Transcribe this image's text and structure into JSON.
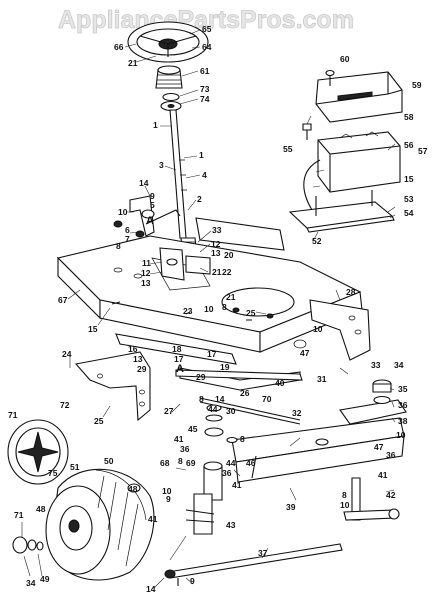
{
  "watermark": "AppliancePartsPros.com",
  "callouts": {
    "c65": "65",
    "c66": "66",
    "c64": "64",
    "c21a": "21",
    "c61": "61",
    "c73": "73",
    "c74": "74",
    "c1a": "1",
    "c1b": "1",
    "c3": "3",
    "c4": "4",
    "c14a": "14",
    "c9": "9",
    "c5": "5",
    "c10a": "10",
    "cA1": "A",
    "c6": "6",
    "c7": "7",
    "c8a": "8",
    "c2": "2",
    "c33": "33",
    "c12a": "12",
    "c13a": "13",
    "c20": "20",
    "c11": "11",
    "c12b": "12",
    "c13b": "13",
    "c21b": "21",
    "c22": "22",
    "c67": "67",
    "c15a": "15",
    "c21c": "21",
    "c23": "23",
    "c10b": "10",
    "c8b": "8",
    "c25a": "25",
    "c28": "28",
    "c16": "16",
    "c18": "18",
    "c13c": "13",
    "c17a": "17",
    "c17b": "17",
    "c29a": "29",
    "cA2": "A",
    "c29b": "29",
    "c19": "19",
    "c10c": "10",
    "c47a": "47",
    "c31": "31",
    "c40": "40",
    "c24": "24",
    "c25b": "25",
    "c27": "27",
    "c26": "26",
    "c8c": "8",
    "c14b": "14",
    "c30": "30",
    "c70": "70",
    "c32": "32",
    "c34": "34",
    "c33b": "33",
    "c35": "35",
    "c36a": "36",
    "c38": "38",
    "c45": "45",
    "c44a": "44",
    "c41a": "41",
    "c36b": "36",
    "c8d": "8",
    "c10d": "10",
    "c47b": "47",
    "c36c": "36",
    "c68": "68",
    "c8e": "8",
    "c69": "69",
    "c44b": "44",
    "c46": "46",
    "c36d": "36",
    "c41b": "41",
    "c39": "39",
    "c8f": "8",
    "c10e": "10",
    "c41c": "41",
    "c42": "42",
    "c71a": "71",
    "c72": "72",
    "c50": "50",
    "c51": "51",
    "c75": "75",
    "c48a": "48",
    "c48b": "48",
    "c41d": "41",
    "c10f": "10",
    "c9b": "9",
    "c43": "43",
    "c37": "37",
    "c71b": "71",
    "c34b": "34",
    "c49": "49",
    "c14c": "14",
    "c9c": "9",
    "c60": "60",
    "c59": "59",
    "c55": "55",
    "c58": "58",
    "c56": "56",
    "c57": "57",
    "c15b": "15",
    "c53": "53",
    "c54": "54",
    "c52": "52"
  }
}
